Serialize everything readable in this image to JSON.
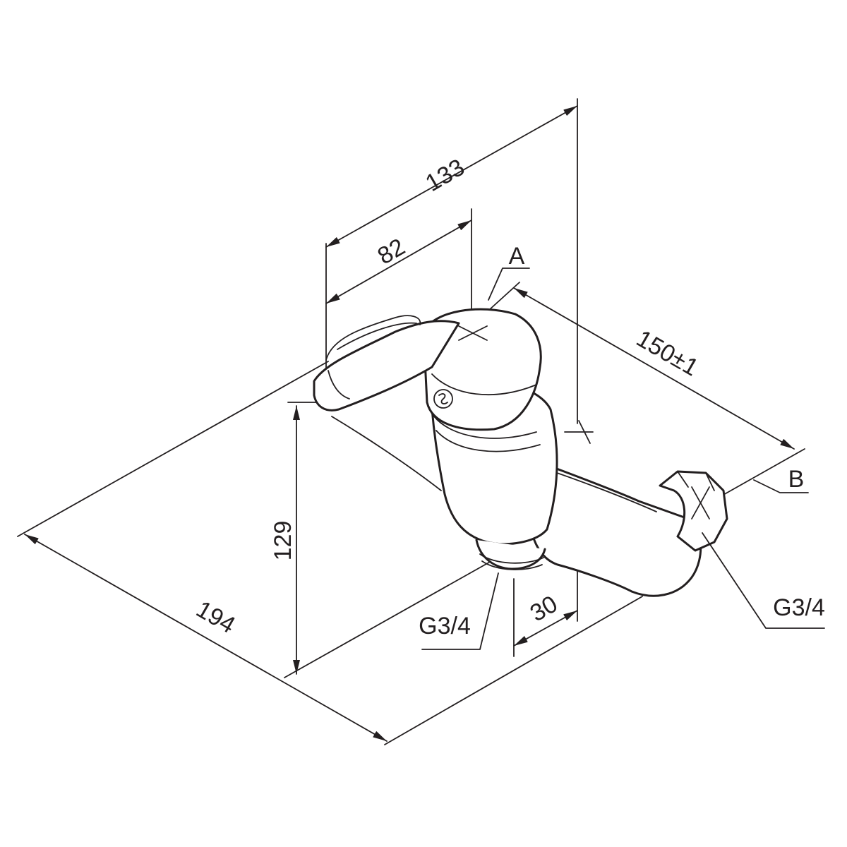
{
  "dimensions": {
    "d133": "133",
    "d82": "82",
    "d150": "150±1",
    "d129": "129",
    "d194": "194",
    "d30": "30"
  },
  "labels": {
    "view_a": "A",
    "view_b": "B",
    "thread_outlet": "G3/4",
    "thread_inlet": "G3/4"
  }
}
